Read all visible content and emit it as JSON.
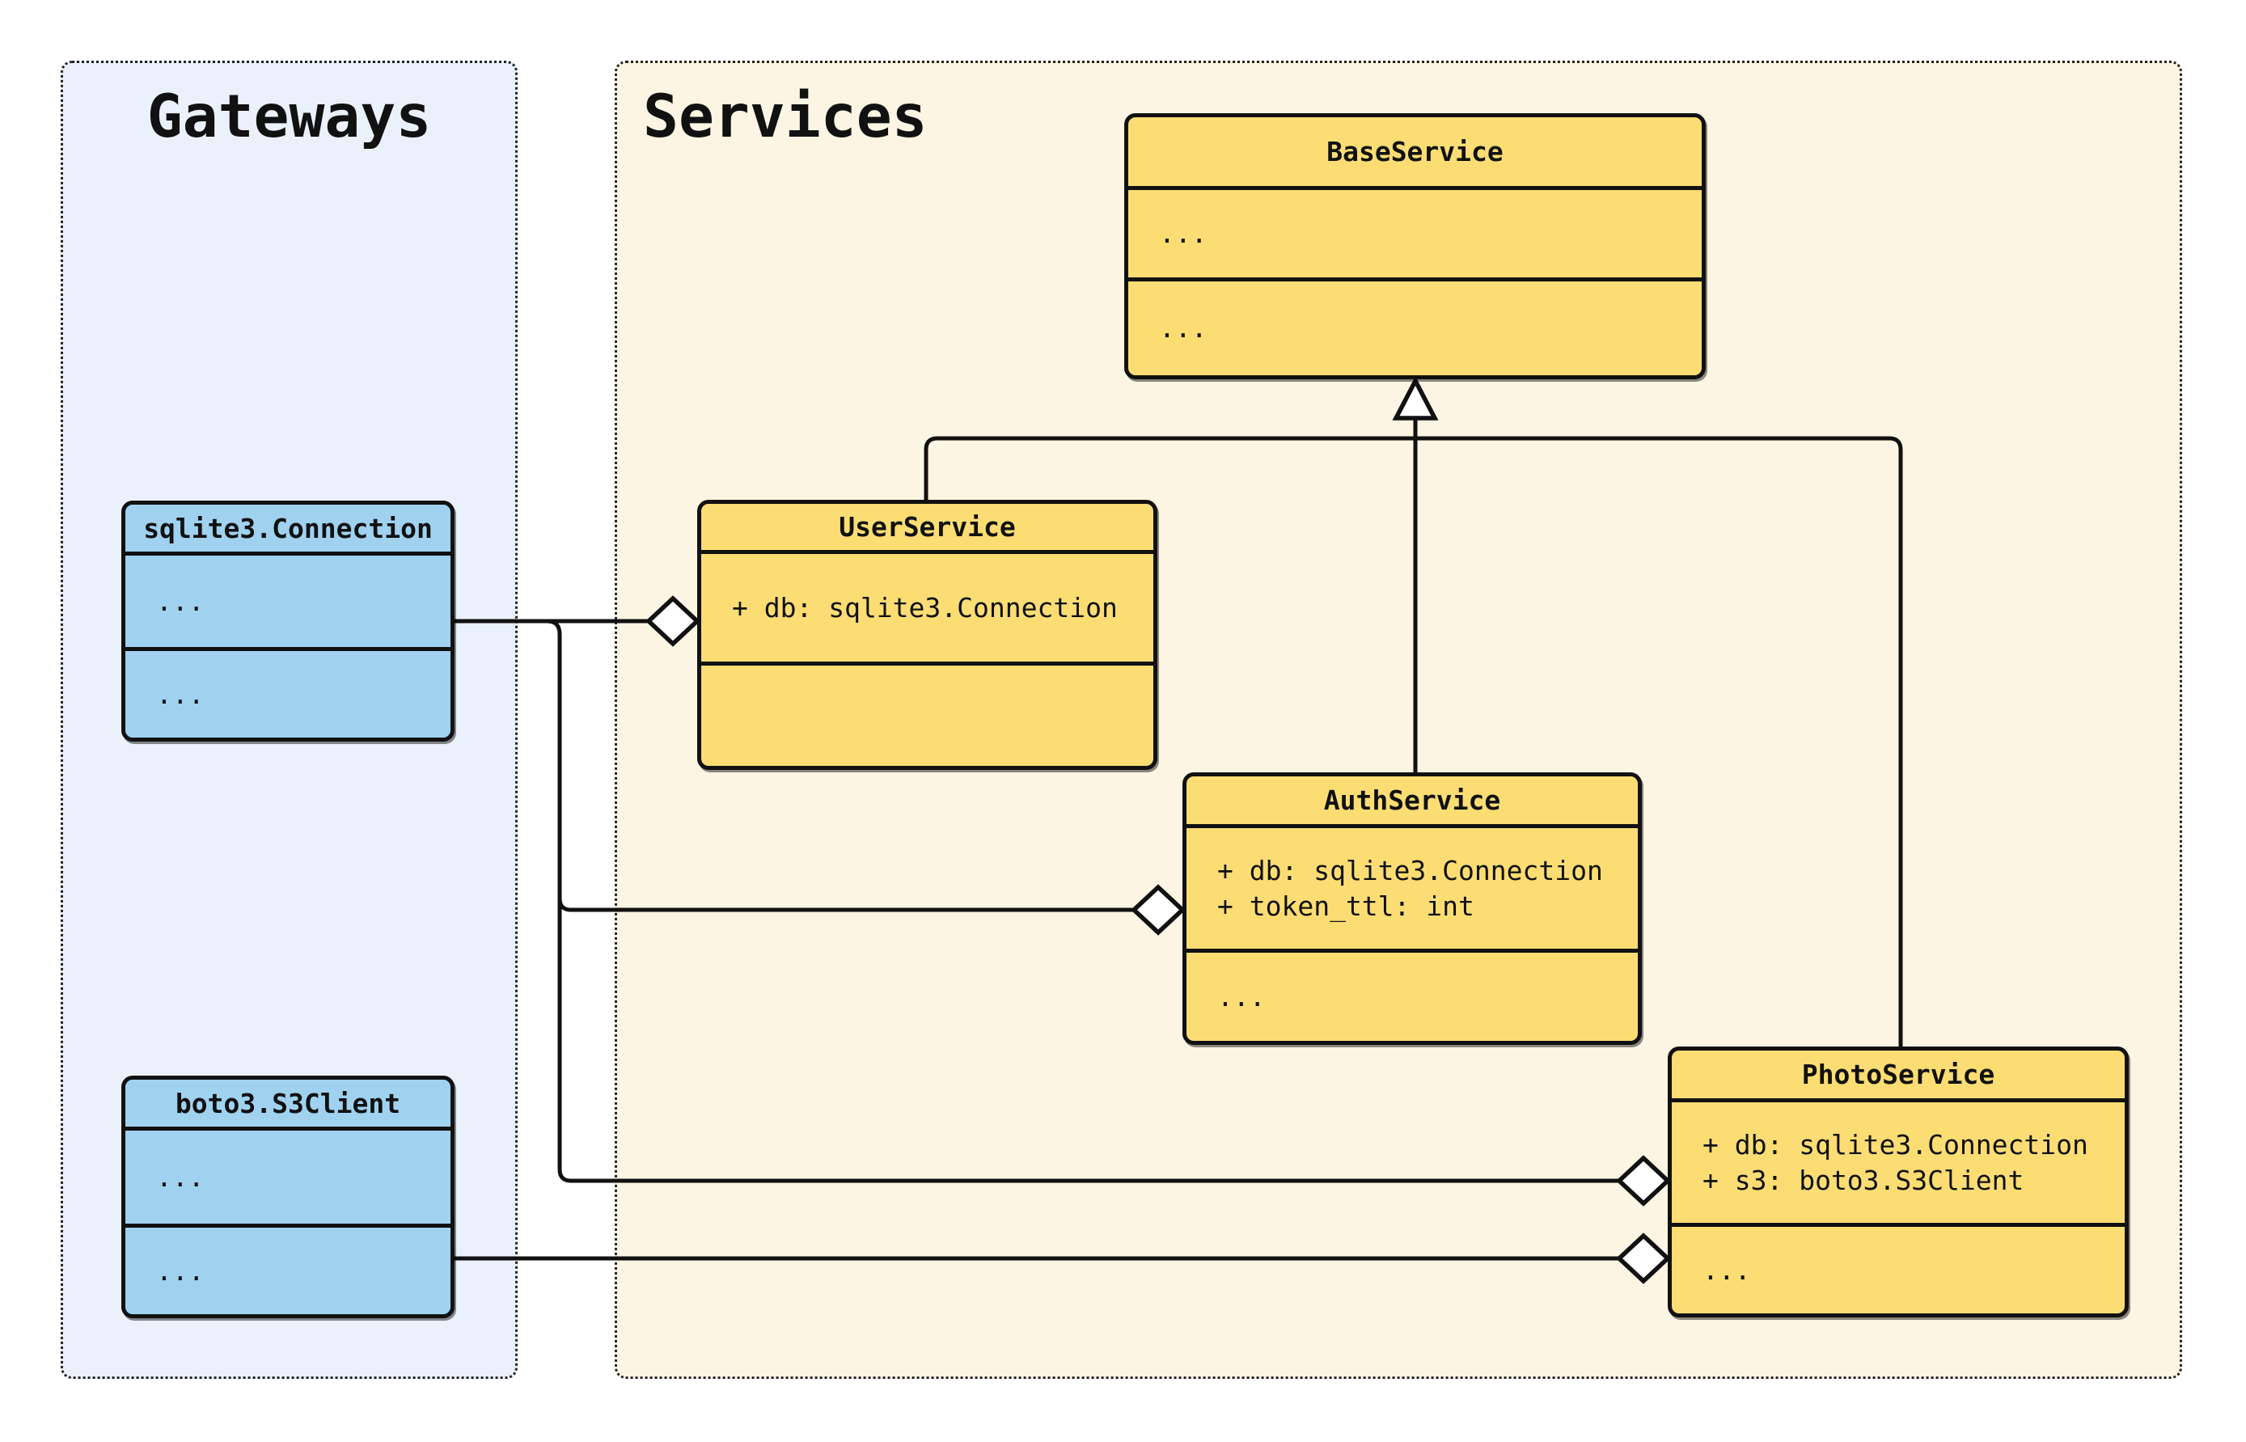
{
  "panels": {
    "gateways": {
      "title": "Gateways",
      "fill": "#EAF1FA"
    },
    "services": {
      "title": "Services",
      "fill": "#FCF5E3"
    }
  },
  "classes": {
    "sqlite3_connection": {
      "name": "sqlite3.Connection",
      "attributes": [
        "..."
      ],
      "methods": [
        "..."
      ],
      "fill": "#A0D2F0"
    },
    "boto3_s3client": {
      "name": "boto3.S3Client",
      "attributes": [
        "..."
      ],
      "methods": [
        "..."
      ],
      "fill": "#A0D2F0"
    },
    "base_service": {
      "name": "BaseService",
      "attributes": [
        "..."
      ],
      "methods": [
        "..."
      ],
      "fill": "#FBDD74"
    },
    "user_service": {
      "name": "UserService",
      "attributes": [
        "+ db: sqlite3.Connection"
      ],
      "methods": [],
      "fill": "#FBDD74"
    },
    "auth_service": {
      "name": "AuthService",
      "attributes": [
        "+ db: sqlite3.Connection",
        "+ token_ttl: int"
      ],
      "methods": [
        "..."
      ],
      "fill": "#FBDD74"
    },
    "photo_service": {
      "name": "PhotoService",
      "attributes": [
        "+ db: sqlite3.Connection",
        "+ s3: boto3.S3Client"
      ],
      "methods": [
        "..."
      ],
      "fill": "#FBDD74"
    }
  },
  "relationships": [
    {
      "type": "inheritance",
      "from": "UserService",
      "to": "BaseService"
    },
    {
      "type": "inheritance",
      "from": "AuthService",
      "to": "BaseService"
    },
    {
      "type": "inheritance",
      "from": "PhotoService",
      "to": "BaseService"
    },
    {
      "type": "aggregation",
      "from": "UserService",
      "to": "sqlite3.Connection",
      "label": ""
    },
    {
      "type": "aggregation",
      "from": "AuthService",
      "to": "sqlite3.Connection",
      "label": ""
    },
    {
      "type": "aggregation",
      "from": "PhotoService",
      "to": "sqlite3.Connection",
      "label": ""
    },
    {
      "type": "aggregation",
      "from": "PhotoService",
      "to": "boto3.S3Client",
      "label": ""
    }
  ],
  "colors": {
    "line": "#111111",
    "class_yellow": "#FBDD74",
    "class_blue": "#A0D2F0",
    "panel_blue": "#EAF1FA",
    "panel_cream": "#FCF5E3",
    "marker_fill": "#FFFFFF"
  }
}
